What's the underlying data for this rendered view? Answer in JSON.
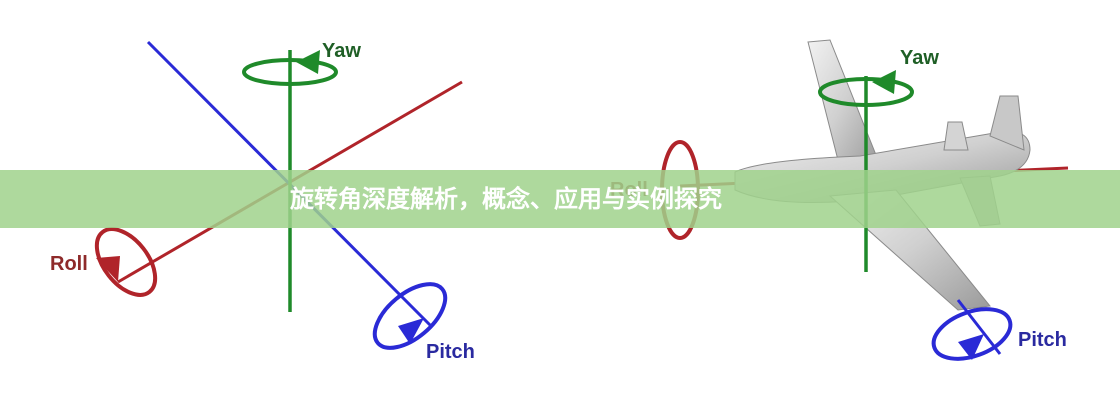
{
  "title": "旋转角深度解析，概念、应用与实例探究",
  "labels": {
    "yaw": "Yaw",
    "roll": "Roll",
    "pitch": "Pitch"
  },
  "colors": {
    "yaw": "#1f8a2a",
    "roll": "#b0242a",
    "pitch": "#2a2ad6",
    "banner": "#a0d28c"
  }
}
